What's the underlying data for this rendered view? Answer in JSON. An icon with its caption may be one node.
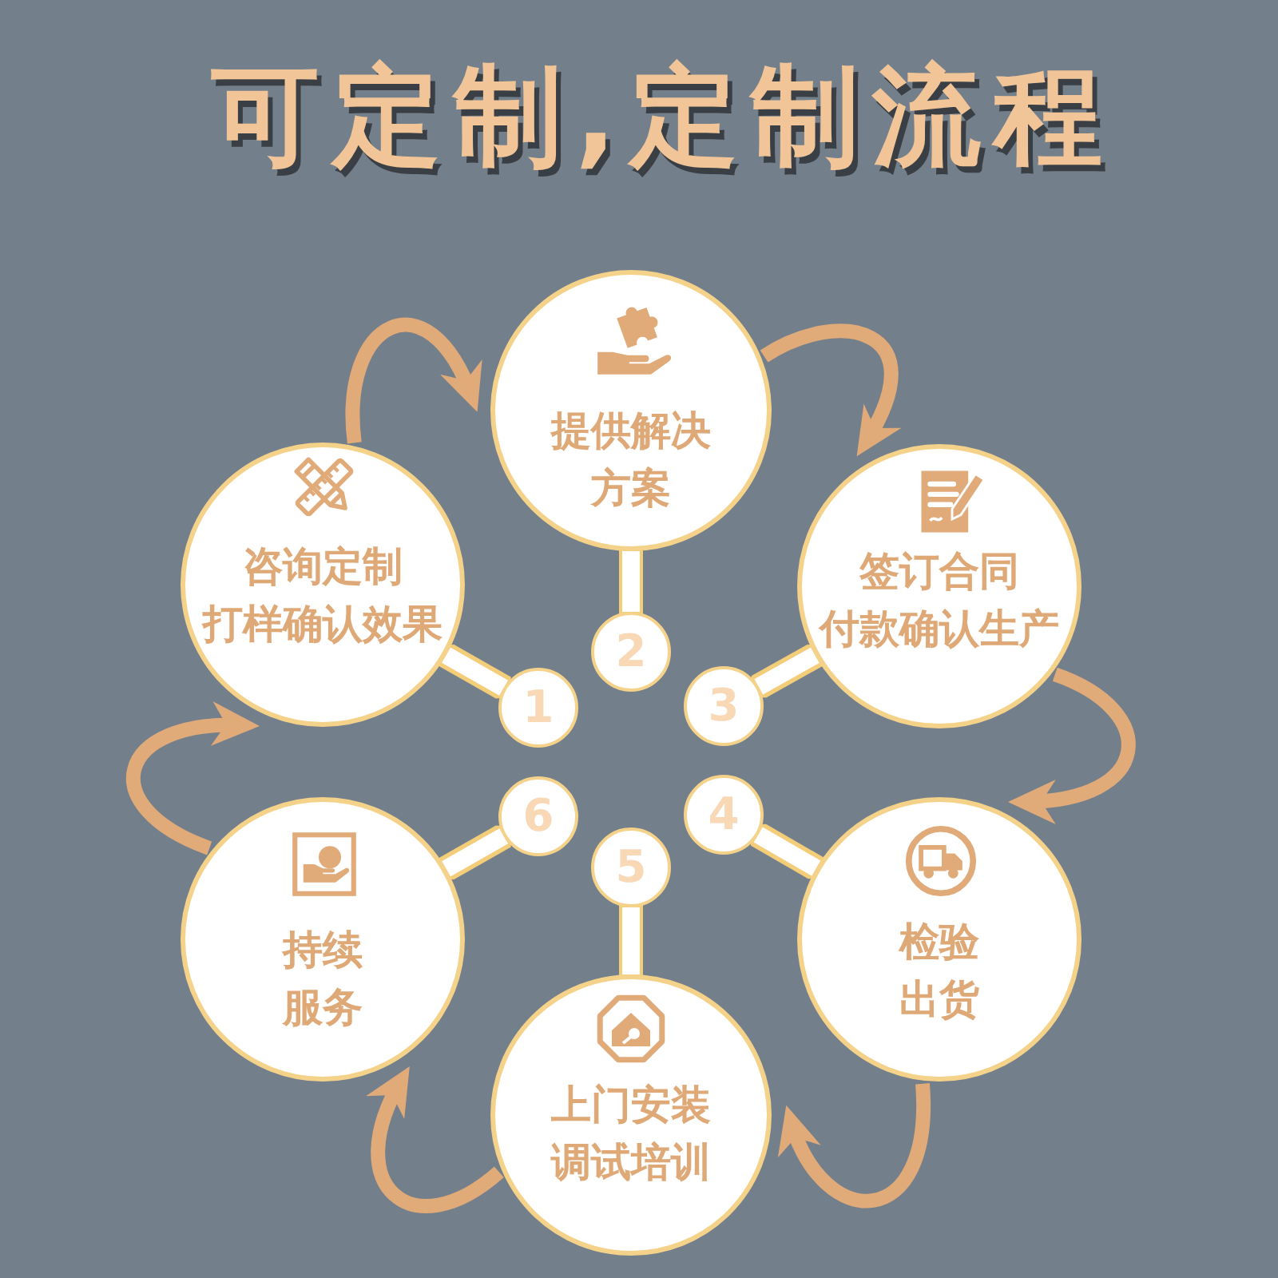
{
  "diagram": {
    "title": "可定制,定制流程",
    "nodes": [
      {
        "text": [
          "咨询定制",
          "打样确认效果"
        ]
      },
      {
        "text": [
          "提供解决方案"
        ]
      },
      {
        "text": [
          "签订合同",
          "付款确认生产"
        ]
      },
      {
        "text": [
          "检验出货"
        ]
      },
      {
        "text": [
          "上门安装",
          "调试培训"
        ]
      },
      {
        "text": [
          "持续服务"
        ]
      },
      {
        "text": [
          "1"
        ]
      },
      {
        "text": [
          "2"
        ]
      },
      {
        "text": [
          "3"
        ]
      },
      {
        "text": [
          "4"
        ]
      },
      {
        "text": [
          "5"
        ]
      },
      {
        "text": [
          "6"
        ]
      }
    ],
    "edges": [
      {
        "from": 0,
        "to": 1,
        "arrow": "to"
      },
      {
        "from": 1,
        "to": 2,
        "arrow": "to"
      },
      {
        "from": 2,
        "to": 3,
        "arrow": "to"
      },
      {
        "from": 3,
        "to": 4,
        "arrow": "to"
      },
      {
        "from": 4,
        "to": 5,
        "arrow": "to"
      },
      {
        "from": 5,
        "to": 0,
        "arrow": "to"
      },
      {
        "from": 0,
        "to": 6,
        "arrow": "none",
        "color": "#ffffff"
      },
      {
        "from": 1,
        "to": 7,
        "arrow": "none",
        "color": "#ffffff"
      },
      {
        "from": 2,
        "to": 8,
        "arrow": "none",
        "color": "#ffffff"
      },
      {
        "from": 3,
        "to": 9,
        "arrow": "none",
        "color": "#ffffff"
      },
      {
        "from": 4,
        "to": 10,
        "arrow": "none",
        "color": "#ffffff"
      },
      {
        "from": 5,
        "to": 11,
        "arrow": "none",
        "color": "#ffffff"
      }
    ]
  }
}
